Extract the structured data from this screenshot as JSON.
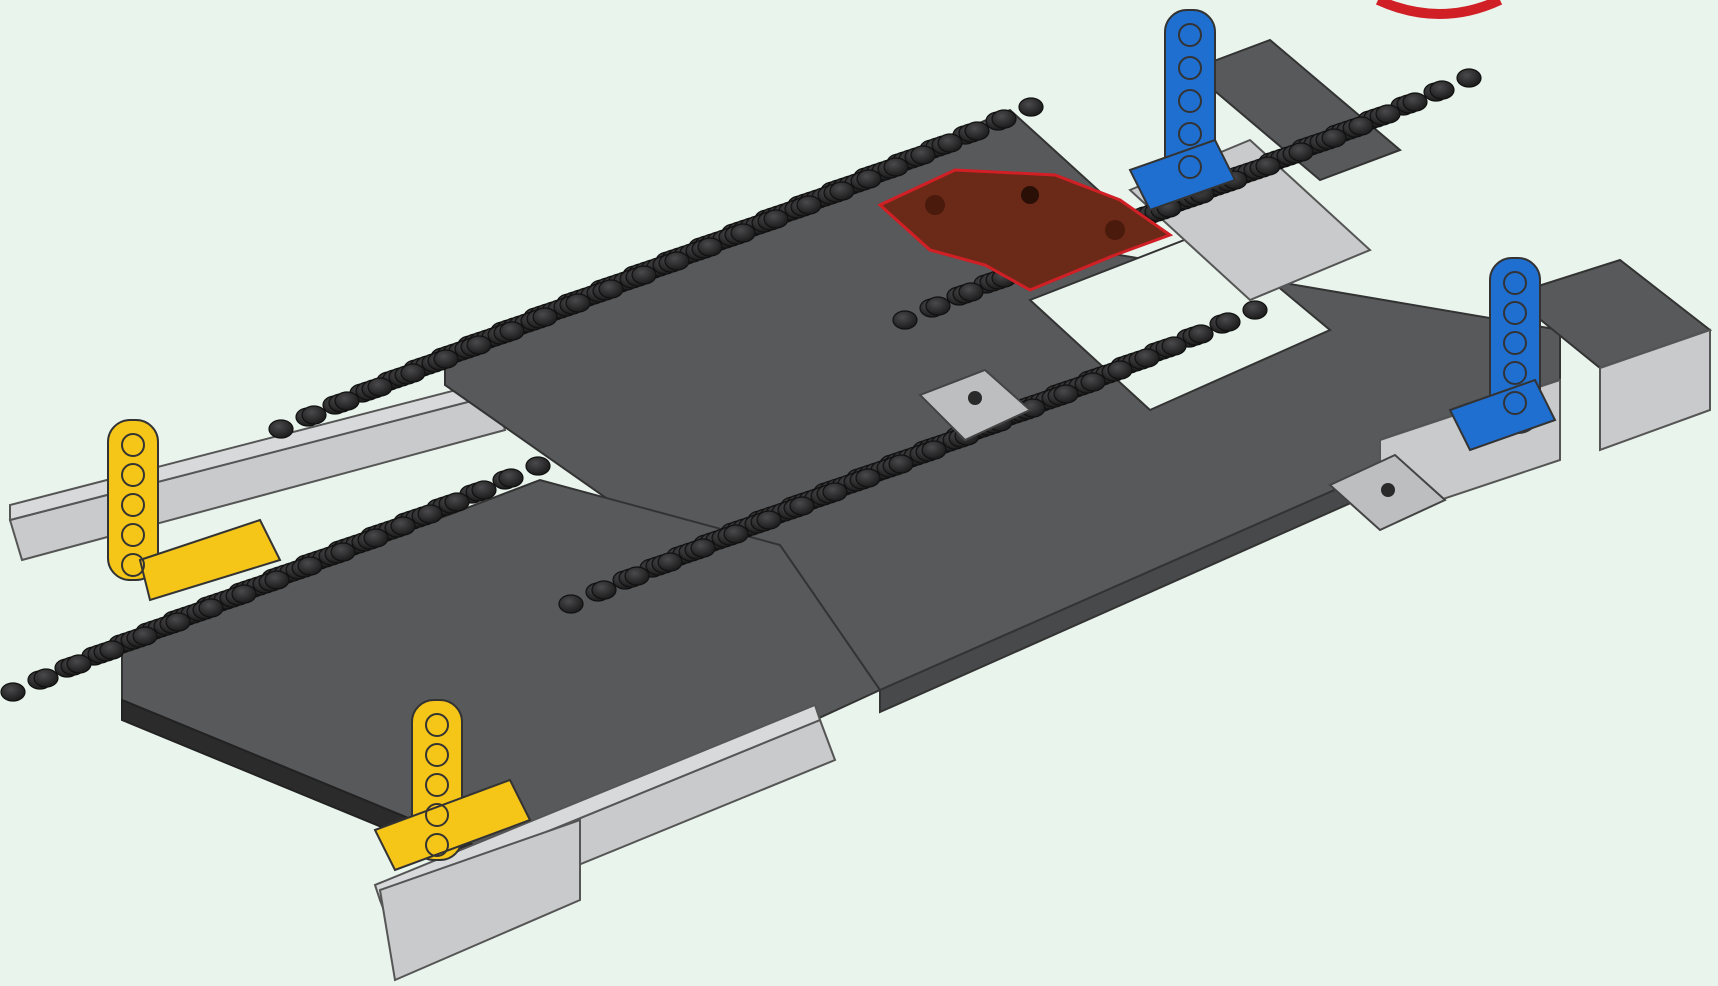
{
  "scene": {
    "subject": "lego-technic-chassis-step",
    "background_color": "#e9f4ec",
    "colors": {
      "plate_dark": "#58595b",
      "plate_top": "#6a6b6d",
      "stud_dark": "#2a2a2b",
      "beam_light": "#c9cacb",
      "beam_side": "#a9aaab",
      "beam_black": "#2b2b2c",
      "new_parts_brown": "#6b2a17",
      "new_parts_outline": "#d11f26",
      "yellow": "#f5c518",
      "blue": "#1f6fd1",
      "tile_gray": "#bdbebf",
      "callout_red": "#d11f26"
    },
    "parts": {
      "yellow_liftarms": 2,
      "blue_liftarms": 2,
      "brown_new_parts": 1,
      "gray_center_tiles": 2
    }
  }
}
